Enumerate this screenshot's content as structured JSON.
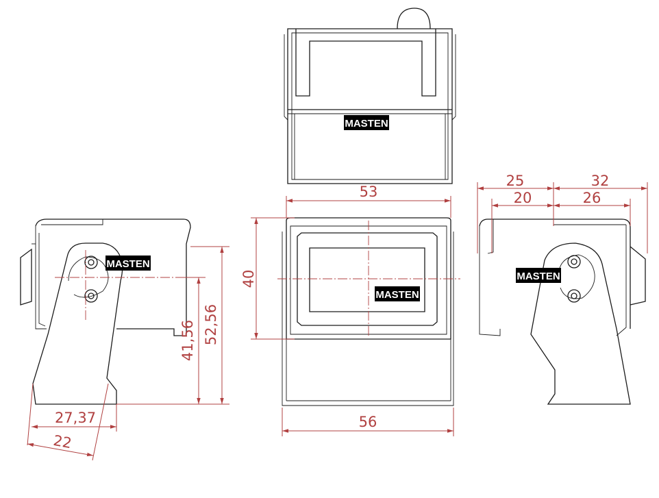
{
  "brand": {
    "logo_text": "MASTEN"
  },
  "colors": {
    "outline": "#1a1a1a",
    "dimension": "#b04040",
    "logo_bg": "#000000",
    "logo_fg": "#ffffff"
  },
  "dimensions": {
    "top_width": "53",
    "bottom_width": "56",
    "height_40": "40",
    "right_25": "25",
    "right_20": "20",
    "right_32": "32",
    "right_26": "26",
    "left_41": "41,56",
    "left_52": "52,56",
    "left_27": "27,37",
    "left_22": "22"
  }
}
